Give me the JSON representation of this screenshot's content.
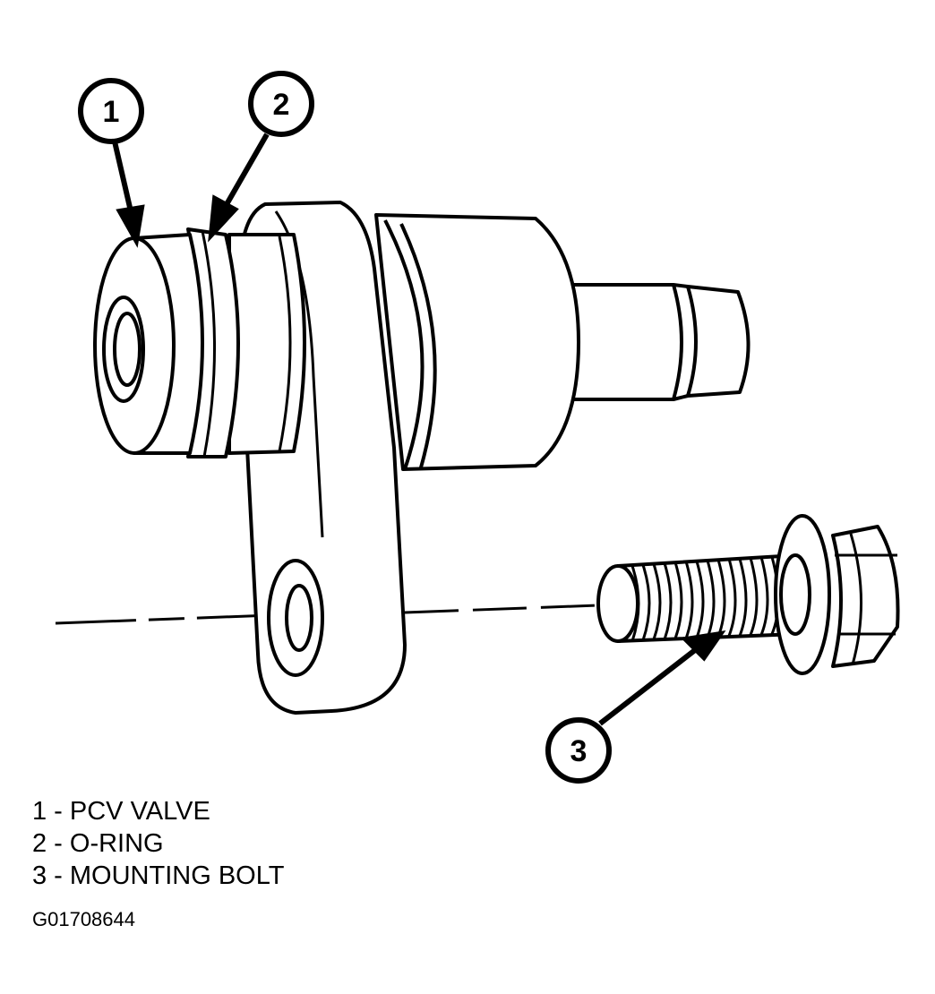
{
  "callouts": [
    {
      "number": "1"
    },
    {
      "number": "2"
    },
    {
      "number": "3"
    }
  ],
  "legend": [
    {
      "text": "1 - PCV VALVE"
    },
    {
      "text": "2 - O-RING"
    },
    {
      "text": "3 - MOUNTING BOLT"
    }
  ],
  "figure_id": "G01708644"
}
